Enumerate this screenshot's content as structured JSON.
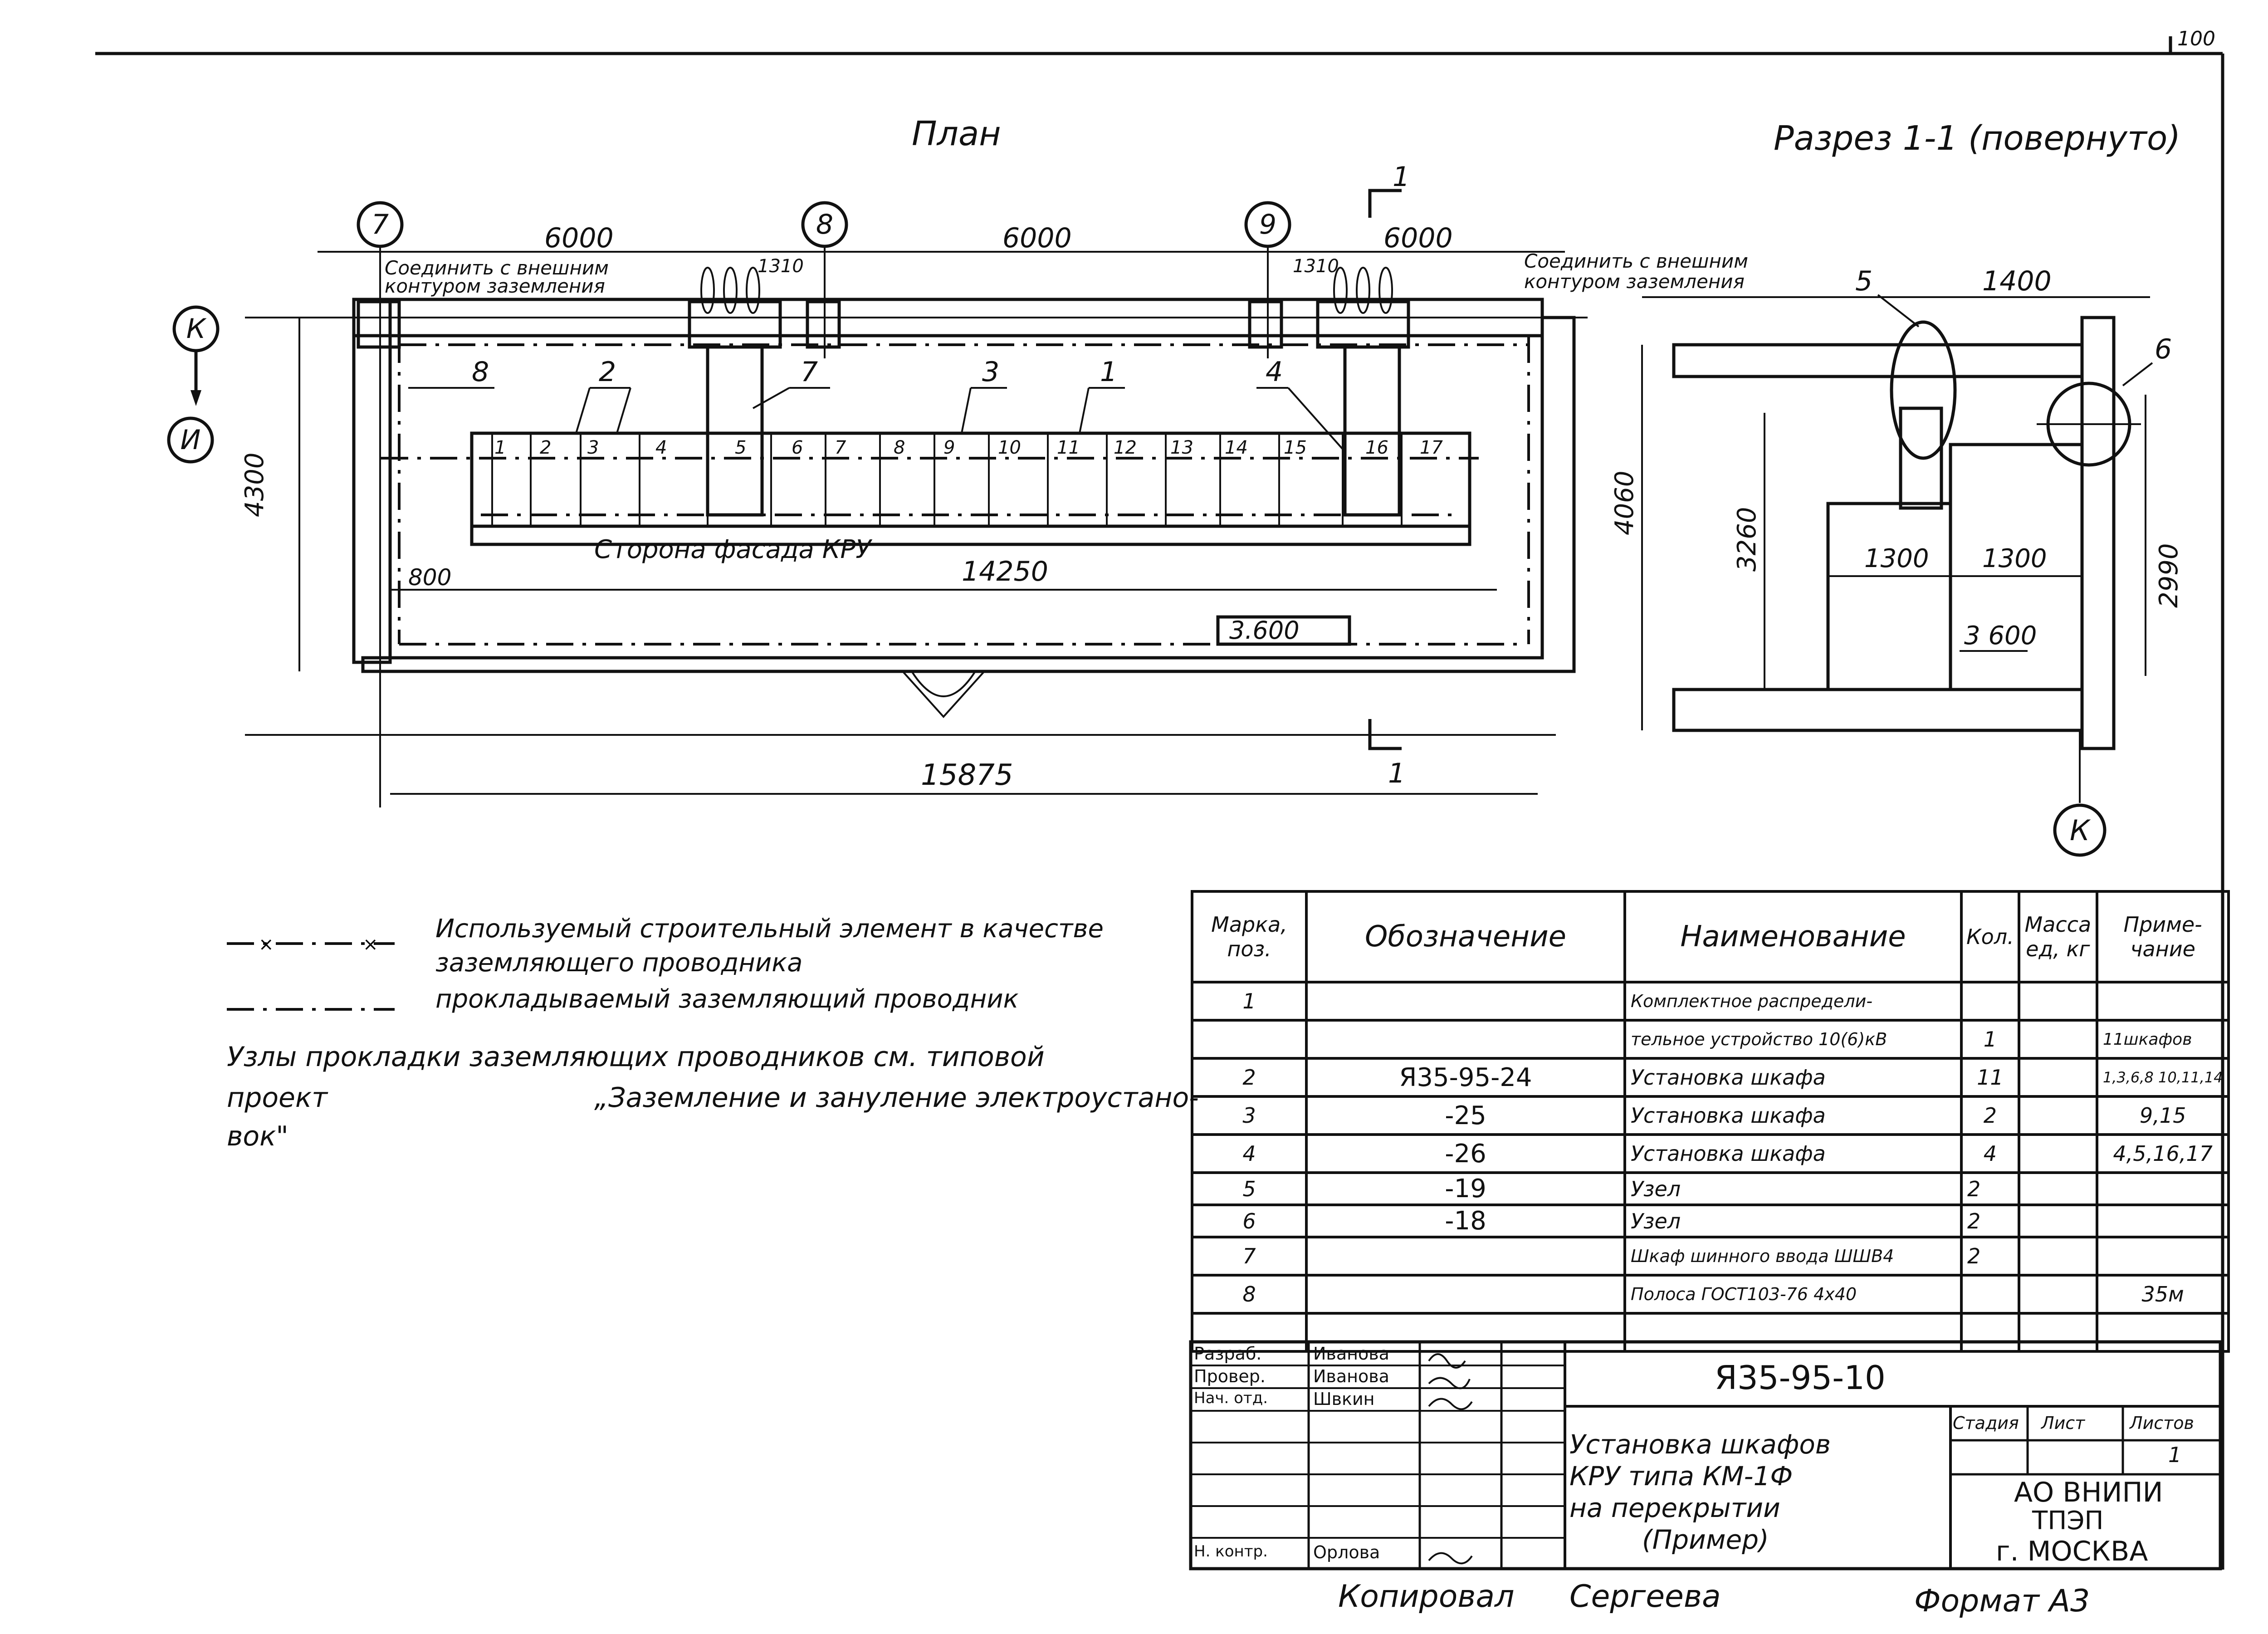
{
  "page_corner": "100",
  "plan": {
    "title": "План",
    "axes": [
      "7",
      "8",
      "9"
    ],
    "row_axes": [
      "К",
      "И"
    ],
    "dims_top": [
      "6000",
      "6000",
      "6000"
    ],
    "small_dims": [
      "1310",
      "1310"
    ],
    "connect_left": [
      "Соединить с внешним",
      "контуром заземления"
    ],
    "connect_right": [
      "Соединить с внешним",
      "контуром заземления"
    ],
    "cells": [
      "1",
      "2",
      "3",
      "4",
      "5",
      "6",
      "7",
      "8",
      "9",
      "10",
      "11",
      "12",
      "13",
      "14",
      "15",
      "16",
      "17"
    ],
    "callouts": [
      "8",
      "2",
      "7",
      "3",
      "1",
      "4"
    ],
    "facade_label": "Сторона фасада КРУ",
    "dim_800": "800",
    "dim_14250": "14250",
    "dim_4300": "4300",
    "level": "3.600",
    "dim_15875": "15875",
    "section_mark": "1"
  },
  "section": {
    "title": "Разрез 1-1 (повернуто)",
    "dim_1400": "1400",
    "callout_5": "5",
    "callout_6": "6",
    "dim_4060": "4060",
    "dim_3260": "3260",
    "dim_2990": "2990",
    "dim_1300a": "1300",
    "dim_1300b": "1300",
    "level": "3 600",
    "axis": "К"
  },
  "legend": {
    "line1_a": "Используемый строительный элемент в качестве",
    "line1_b": "заземляющего проводника",
    "line2": "прокладываемый заземляющий проводник",
    "note_a": "Узлы прокладки заземляющих проводников см. типовой",
    "note_b1": "проект",
    "note_b2": "„Заземление и зануление электроустано-",
    "note_c": "вок\""
  },
  "spec_table": {
    "headers": {
      "pos": [
        "Марка,",
        "поз."
      ],
      "designation": "Обозначение",
      "name": "Наименование",
      "qty": "Кол.",
      "mass": [
        "Масса",
        "ед, кг"
      ],
      "note": [
        "Приме-",
        "чание"
      ]
    },
    "rows": [
      {
        "pos": "1",
        "designation": "",
        "name": "Комплектное распредели-",
        "qty": "",
        "mass": "",
        "note": ""
      },
      {
        "pos": "",
        "designation": "",
        "name": "тельное устройство 10(6)кВ",
        "qty": "1",
        "mass": "",
        "note": "11шкафов"
      },
      {
        "pos": "2",
        "designation": "Я35-95-24",
        "name": "Установка шкафа",
        "qty": "11",
        "mass": "",
        "note": "1,3,6,8 10,11,14"
      },
      {
        "pos": "3",
        "designation": "-25",
        "name": "Установка шкафа",
        "qty": "2",
        "mass": "",
        "note": "9,15"
      },
      {
        "pos": "4",
        "designation": "-26",
        "name": "Установка шкафа",
        "qty": "4",
        "mass": "",
        "note": "4,5,16,17"
      },
      {
        "pos": "5",
        "designation": "-19",
        "name": "Узел",
        "qty": "2",
        "mass": "",
        "note": ""
      },
      {
        "pos": "6",
        "designation": "-18",
        "name": "Узел",
        "qty": "2",
        "mass": "",
        "note": ""
      },
      {
        "pos": "7",
        "designation": "",
        "name": "Шкаф шинного ввода ШШВ4",
        "qty": "2",
        "mass": "",
        "note": ""
      },
      {
        "pos": "8",
        "designation": "",
        "name": "Полоса ГОСТ103-76 4х40",
        "qty": "",
        "mass": "",
        "note": "35м"
      }
    ]
  },
  "title_block": {
    "roles": [
      "Разраб.",
      "Провер.",
      "Нач. отд.",
      "Н. контр."
    ],
    "names": [
      "Иванова",
      "Иванова",
      "Швкин",
      "Орлова"
    ],
    "doc_code": "Я35-95-10",
    "title_lines": [
      "Установка шкафов",
      "КРУ типа КМ-1Ф",
      "на перекрытии",
      "(Пример)"
    ],
    "stage_label": "Стадия",
    "sheet_label": "Лист",
    "sheets_label": "Листов",
    "sheets_value": "1",
    "org_lines": [
      "АО ВНИПИ",
      "ТПЭП",
      "г. МОСКВА"
    ]
  },
  "footer": {
    "copied": "Копировал",
    "copier": "Сергеева",
    "format": "Формат А3"
  }
}
